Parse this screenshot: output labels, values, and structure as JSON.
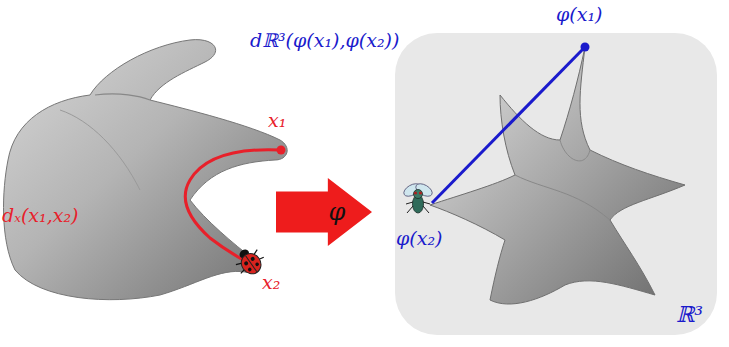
{
  "diagram": {
    "nodes": [
      {
        "text": [
          "φ"
        ]
      },
      {
        "text": [
          "ℝ³"
        ]
      }
    ],
    "labels": [
      "x₁",
      "x₂",
      "dₓ(x₁,x₂)",
      "φ(x₁)",
      "dℝ³(φ(x₁),φ(x₂))",
      "φ(x₂)"
    ]
  }
}
